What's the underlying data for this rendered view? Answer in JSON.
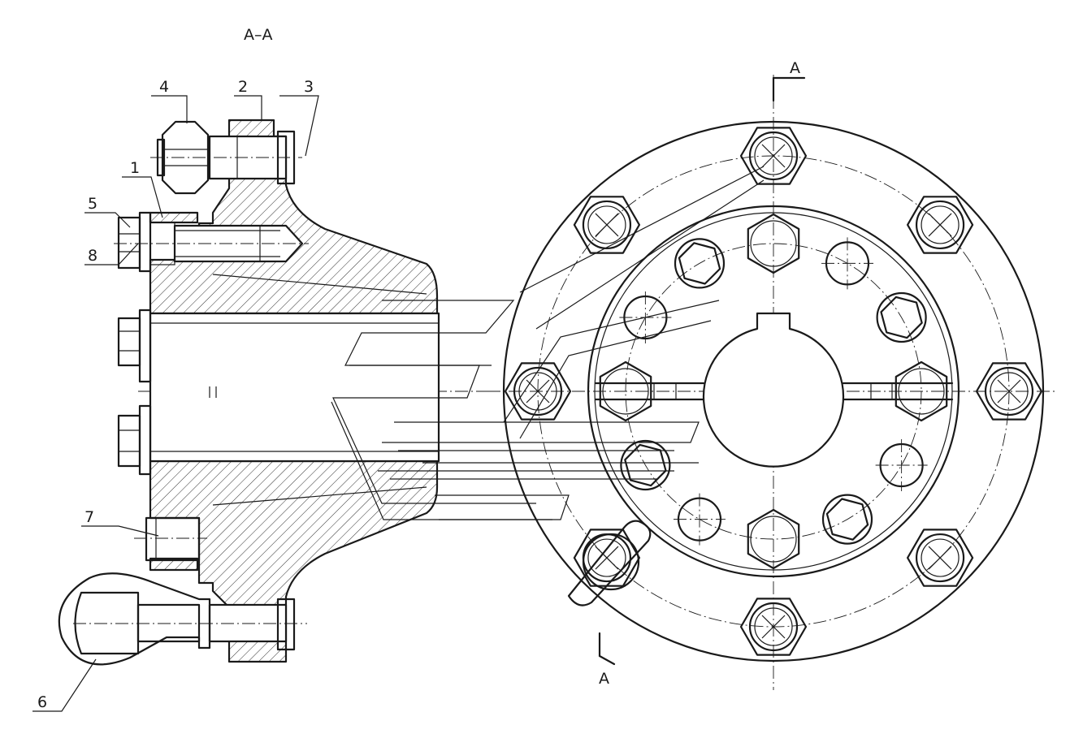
{
  "drawing": {
    "section_title": "А–А",
    "cut_mark_label": "А",
    "part_labels": [
      "1",
      "2",
      "3",
      "4",
      "5",
      "6",
      "7",
      "8"
    ],
    "outer_flange_bolt_count": 8,
    "inner_ring_bolt_count": 12,
    "line_color": "#1a1a1a",
    "background_color": "#ffffff"
  }
}
